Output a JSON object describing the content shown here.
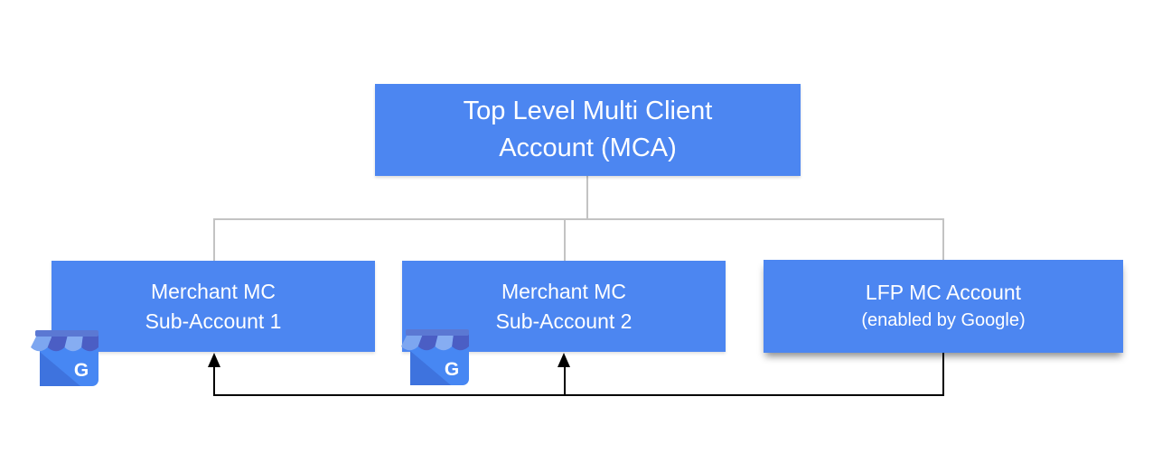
{
  "diagram": {
    "description": "Merchant Center account hierarchy",
    "root_box": {
      "line1": "Top Level Multi Client",
      "line2": "Account (MCA)"
    },
    "child_boxes": [
      {
        "line1": "Merchant MC",
        "line2": "Sub-Account 1",
        "business_icon": true
      },
      {
        "line1": "Merchant MC",
        "line2": "Sub-Account 2",
        "business_icon": true
      },
      {
        "line1": "LFP MC Account",
        "line2": "(enabled by Google)",
        "business_icon": false
      }
    ],
    "icon": {
      "name": "google-my-business-storefront",
      "g_letter": "G"
    },
    "connections": {
      "tree_edges": [
        "root->sub-account-1",
        "root->sub-account-2",
        "root->lfp-account"
      ],
      "arrow_edges": [
        "lfp-account->sub-account-1",
        "lfp-account->sub-account-2"
      ]
    },
    "colors": {
      "box_blue": "#4c86f1",
      "connector_gray": "#c3c3c3",
      "arrow_black": "#000000",
      "text_white": "#ffffff",
      "icon_body_blue": "#4787f3",
      "icon_awning_light": "#7da6f0",
      "icon_awning_dark": "#4b5ec4",
      "icon_awning_band": "#5b78d3"
    }
  }
}
